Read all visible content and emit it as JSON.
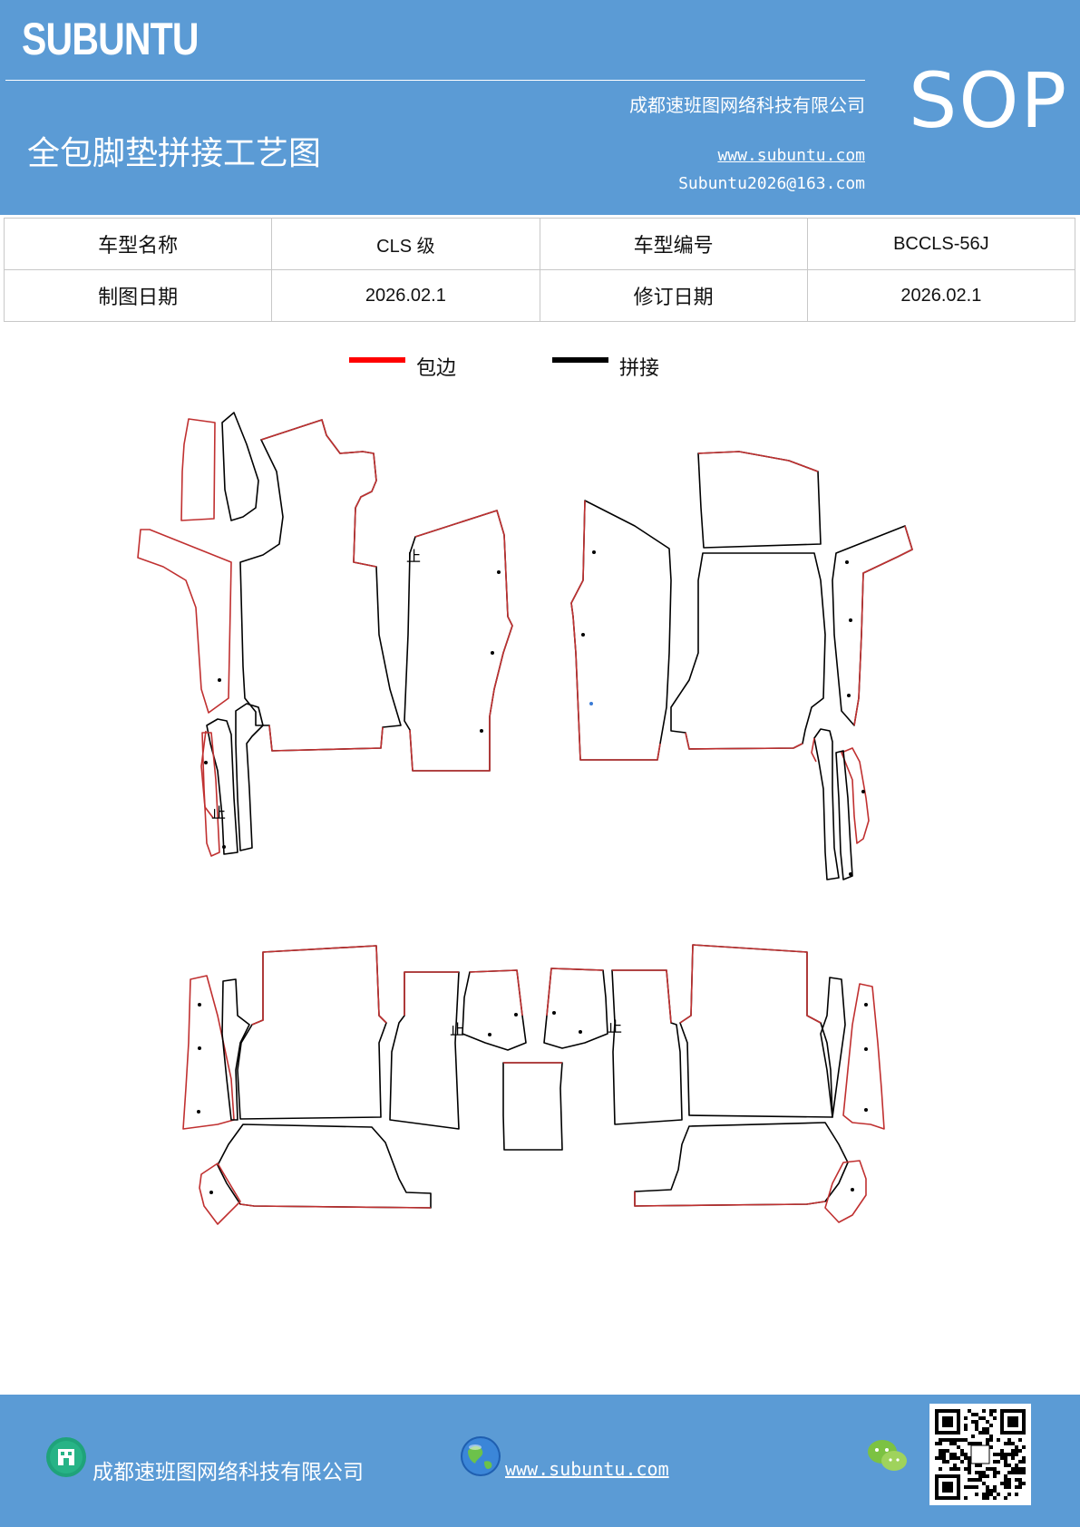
{
  "header": {
    "brand": "SUBUNTU",
    "company": "成都速班图网络科技有限公司",
    "title": "全包脚垫拼接工艺图",
    "website": "www.subuntu.com",
    "email": "Subuntu2026@163.com",
    "badge": "SOP"
  },
  "info": {
    "model_name_label": "车型名称",
    "model_name_value": "CLS 级",
    "model_code_label": "车型编号",
    "model_code_value": "BCCLS-56J",
    "draw_date_label": "制图日期",
    "draw_date_value": "2026.02.1",
    "revise_date_label": "修订日期",
    "revise_date_value": "2026.02.1"
  },
  "legend": {
    "edge_label": "包边",
    "edge_color": "#ff0000",
    "join_label": "拼接",
    "join_color": "#000000"
  },
  "marks": {
    "stop": "止"
  },
  "footer": {
    "company": "成都速班图网络科技有限公司",
    "website": "www.subuntu.com",
    "building_icon": "building-icon",
    "globe_icon": "globe-icon",
    "wechat_icon": "wechat-icon",
    "qr_code": "qr-code"
  }
}
